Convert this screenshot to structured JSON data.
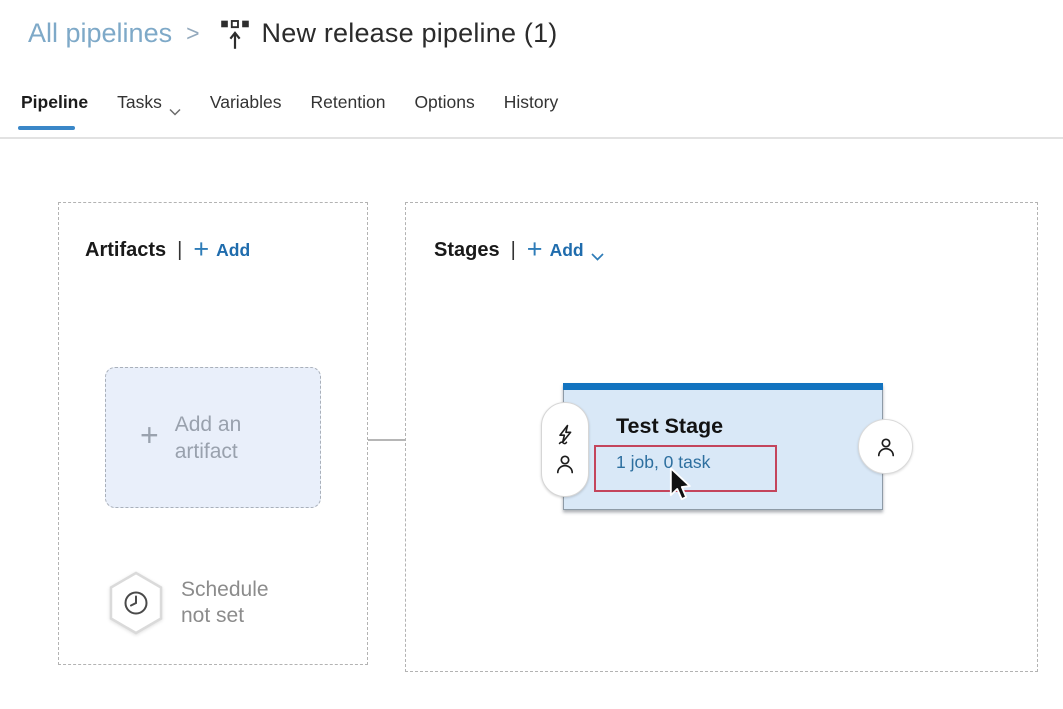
{
  "breadcrumb": {
    "parent_link": "All pipelines",
    "separator": ">",
    "title": "New release pipeline (1)"
  },
  "tabs": [
    {
      "label": "Pipeline",
      "active": true
    },
    {
      "label": "Tasks",
      "has_dropdown": true
    },
    {
      "label": "Variables"
    },
    {
      "label": "Retention"
    },
    {
      "label": "Options"
    },
    {
      "label": "History"
    }
  ],
  "artifacts_panel": {
    "title": "Artifacts",
    "separator": "|",
    "add_plus": "+",
    "add_label": "Add",
    "placeholder": {
      "plus": "+",
      "line1": "Add an",
      "line2": "artifact"
    },
    "schedule": {
      "line1": "Schedule",
      "line2": "not set"
    }
  },
  "stages_panel": {
    "title": "Stages",
    "separator": "|",
    "add_plus": "+",
    "add_label": "Add",
    "stage": {
      "name": "Test Stage",
      "summary_link": "1 job, 0 task"
    }
  },
  "colors": {
    "breadcrumb_link": "#7ea9c8",
    "tab_active_underline": "#3a87c8",
    "add_link_blue": "#1f6cad",
    "stage_topbar_blue": "#1273bf",
    "stage_background": "#d9e8f7",
    "stage_summary_link": "#2d6f9f",
    "highlight_red": "#c4455c",
    "placeholder_background": "#e9effa",
    "muted_gray_text": "#99a1ad"
  }
}
